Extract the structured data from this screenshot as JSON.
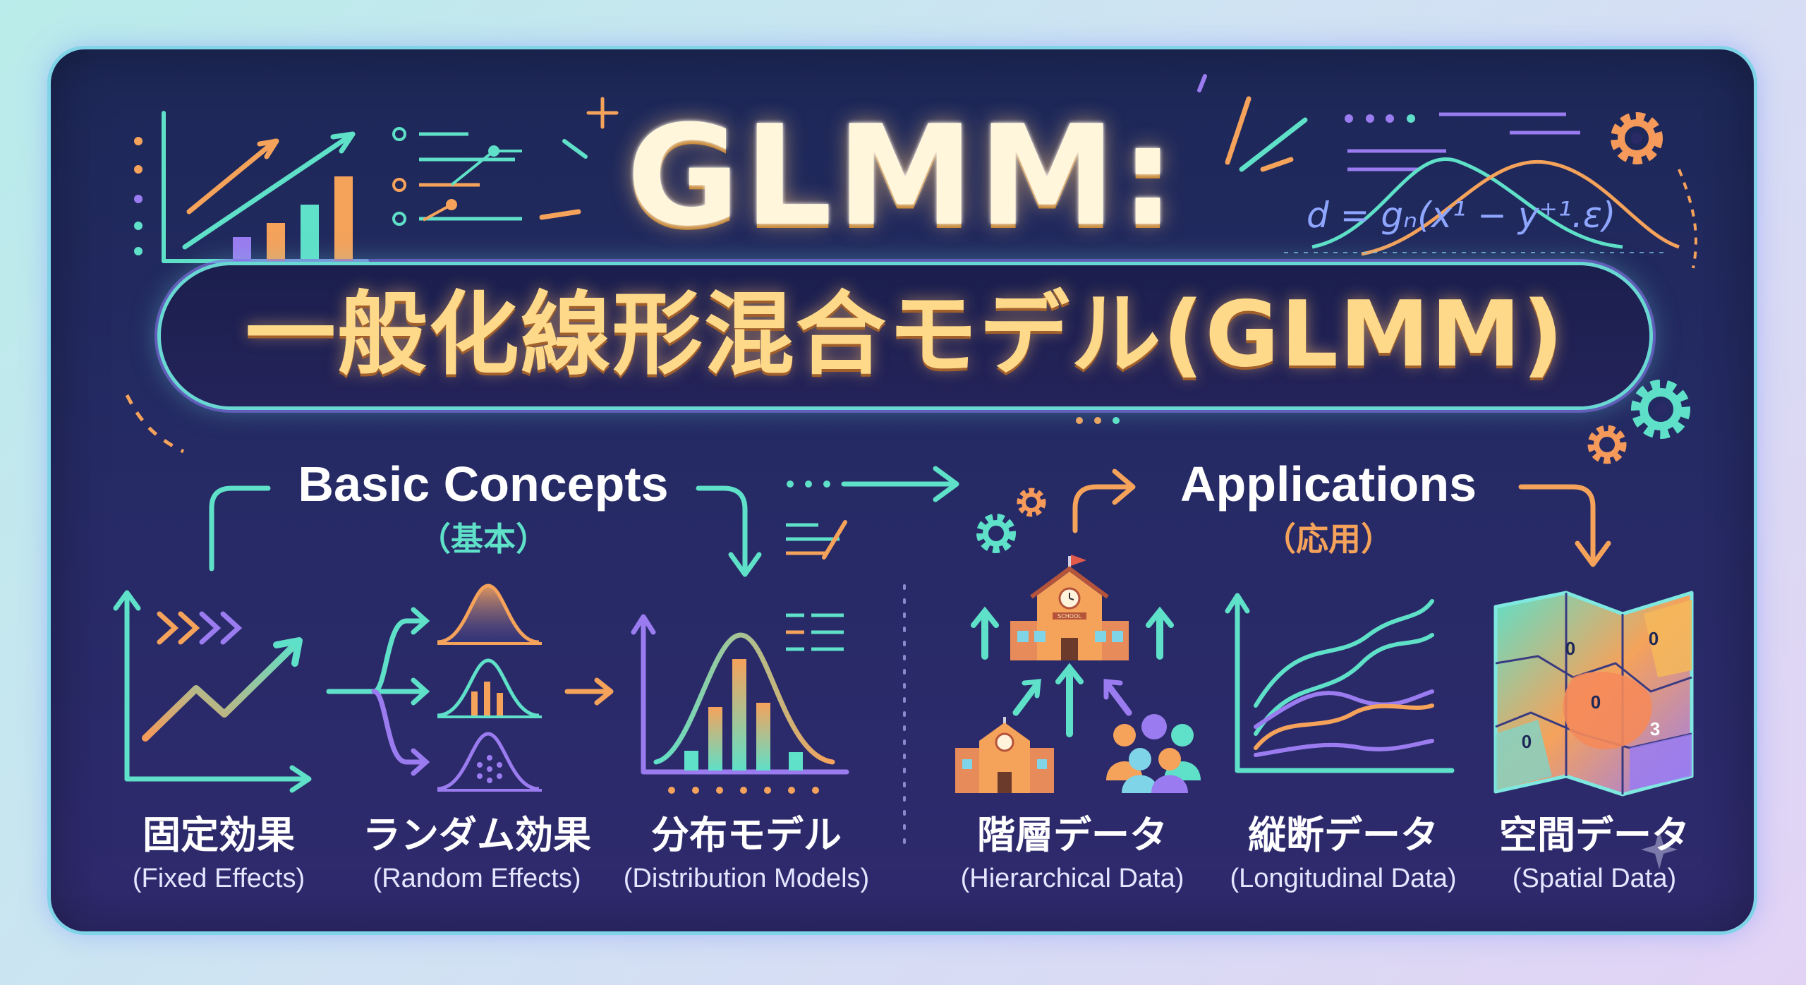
{
  "title": "GLMM:",
  "subtitle": "一般化線形混合モデル(GLMM)",
  "formula": "d = gₙ(x¹ − y⁺¹.ε)",
  "sections": {
    "basic": {
      "title": "Basic Concepts",
      "subtitle": "（基本）"
    },
    "applications": {
      "title": "Applications",
      "subtitle": "（応用）"
    }
  },
  "concepts": [
    {
      "jp": "固定効果",
      "en": "(Fixed Effects)"
    },
    {
      "jp": "ランダム効果",
      "en": "(Random Effects)"
    },
    {
      "jp": "分布モデル",
      "en": "(Distribution Models)"
    }
  ],
  "applications": [
    {
      "jp": "階層データ",
      "en": "(Hierarchical Data)"
    },
    {
      "jp": "縦断データ",
      "en": "(Longitudinal Data)"
    },
    {
      "jp": "空間データ",
      "en": "(Spatial Data)"
    }
  ],
  "school_sign": "SCHOOL",
  "map_values": [
    "0",
    "0",
    "0",
    "0",
    "3"
  ],
  "colors": {
    "teal": "#5fe0c8",
    "orange": "#f5a25b",
    "purple": "#9a7cf0",
    "gold": "#ffd98a"
  },
  "icons": [
    "chart-icon",
    "bell-curve-icon",
    "school-icon",
    "people-icon",
    "gear-icon",
    "map-icon"
  ]
}
